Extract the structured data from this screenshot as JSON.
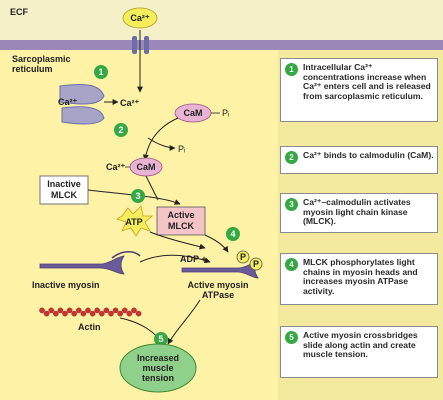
{
  "labels": {
    "ecf": "ECF",
    "ca_top": "Ca²⁺",
    "sr": [
      "Sarcoplasmic",
      "reticulum"
    ],
    "ca_left": "Ca²⁺",
    "ca_mid": "Ca²⁺",
    "cam": "CaM",
    "pi_attached": "Pᵢ",
    "pi_free": "Pᵢ",
    "ca_cam_ca": "Ca²⁺",
    "ca_cam": "CaM",
    "inactive_mlck": [
      "Inactive",
      "MLCK"
    ],
    "active_mlck": [
      "Active",
      "MLCK"
    ],
    "atp": "ATP",
    "adp": "ADP +",
    "p1": "P",
    "p2": "P",
    "inactive_myosin": "Inactive myosin",
    "active_myosin": [
      "Active myosin",
      "ATPase"
    ],
    "actin": "Actin",
    "tension": [
      "Increased",
      "muscle",
      "tension"
    ]
  },
  "diagram_steps": [
    "1",
    "2",
    "3",
    "4",
    "5"
  ],
  "steps": [
    {
      "n": "1",
      "text": "Intracellular Ca²⁺ concentrations increase when Ca²⁺ enters cell and is released from sarcoplasmic reticulum."
    },
    {
      "n": "2",
      "text": "Ca²⁺ binds to calmodulin (CaM)."
    },
    {
      "n": "3",
      "text": "Ca²⁺–calmodulin activates myosin light chain kinase (MLCK)."
    },
    {
      "n": "4",
      "text": "MLCK phosphorylates light chains in myosin heads and increases myosin ATPase activity."
    },
    {
      "n": "5",
      "text": "Active myosin crossbridges slide along actin and create muscle tension."
    }
  ],
  "colors": {
    "ecf": "#f5f0c8",
    "membrane": "#9b88b8",
    "cytosol": "#fdf2a6",
    "step_badge": "#33a843",
    "calcium": "#f4ee5c",
    "calmodulin": "#e8b4d4",
    "mlck_active": "#f4c4c8",
    "myosin": "#6b5a9a",
    "actin": "#cc3333",
    "tension": "#8fd18a"
  }
}
